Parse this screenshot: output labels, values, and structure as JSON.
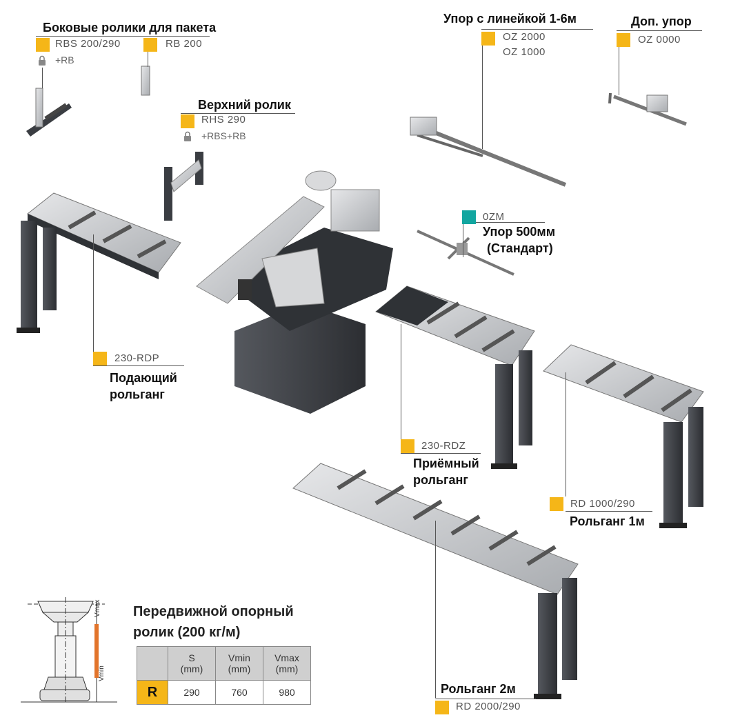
{
  "items": {
    "side_rollers": {
      "title": "Боковые ролики для пакета",
      "code1": "RBS 200/290",
      "code1_extra": "+RB",
      "code2": "RB 200"
    },
    "top_roller": {
      "title": "Верхний ролик",
      "code": "RHS 290",
      "extra": "+RBS+RB"
    },
    "ruler_stop": {
      "title": "Упор с линейкой 1-6м",
      "code1": "OZ 2000",
      "code2": "OZ 1000"
    },
    "extra_stop": {
      "title": "Доп. упор",
      "code": "OZ 0000"
    },
    "stop_500": {
      "code": "0ZM",
      "title_line1": "Упор 500мм",
      "title_line2": "(Стандарт)"
    },
    "feed_conveyor": {
      "code": "230-RDP",
      "title_line1": "Подающий",
      "title_line2": "рольганг"
    },
    "receive_conveyor": {
      "code": "230-RDZ",
      "title_line1": "Приёмный",
      "title_line2": "рольганг"
    },
    "conveyor_1m": {
      "code": "RD 1000/290",
      "title": "Рольганг 1м"
    },
    "conveyor_2m": {
      "code": "RD 2000/290",
      "title": "Рольганг 2м"
    }
  },
  "mobile_roller": {
    "title_line1": "Передвижной опорный",
    "title_line2": "ролик (200 кг/м)",
    "vmax_label": "Vmax",
    "vmin_label": "Vmin",
    "table": {
      "headers": [
        "S\n(mm)",
        "Vmin\n(mm)",
        "Vmax\n(mm)"
      ],
      "header_s": [
        "S",
        "(mm)"
      ],
      "header_vmin": [
        "Vmin",
        "(mm)"
      ],
      "header_vmax": [
        "Vmax",
        "(mm)"
      ],
      "row_label": "R",
      "values": [
        "290",
        "760",
        "980"
      ]
    }
  },
  "colors": {
    "marker": "#f5b618",
    "marker_alt": "#12a6a0",
    "frame": "#3a3d42",
    "roller_bed": "#c9cbce"
  }
}
